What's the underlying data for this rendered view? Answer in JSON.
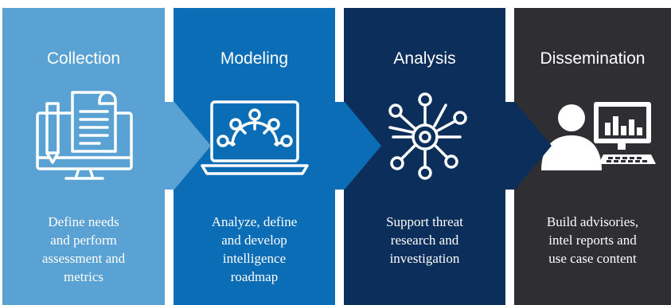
{
  "stages": [
    {
      "title": "Collection",
      "description_lines": [
        "Define needs",
        "and perform",
        "assessment and",
        "metrics"
      ],
      "icon": "computer-document-pen-icon",
      "color": "#5aa2d3"
    },
    {
      "title": "Modeling",
      "description_lines": [
        "Analyze, define",
        "and develop",
        "intelligence",
        "roadmap"
      ],
      "icon": "laptop-network-icon",
      "color": "#0b6db5"
    },
    {
      "title": "Analysis",
      "description_lines": [
        "Support threat",
        "research and",
        "investigation"
      ],
      "icon": "network-hub-icon",
      "color": "#0b2e5b"
    },
    {
      "title": "Dissemination",
      "description_lines": [
        "Build advisories,",
        "intel reports and",
        "use case content"
      ],
      "icon": "user-monitor-chart-icon",
      "color": "#2f2f33"
    }
  ]
}
